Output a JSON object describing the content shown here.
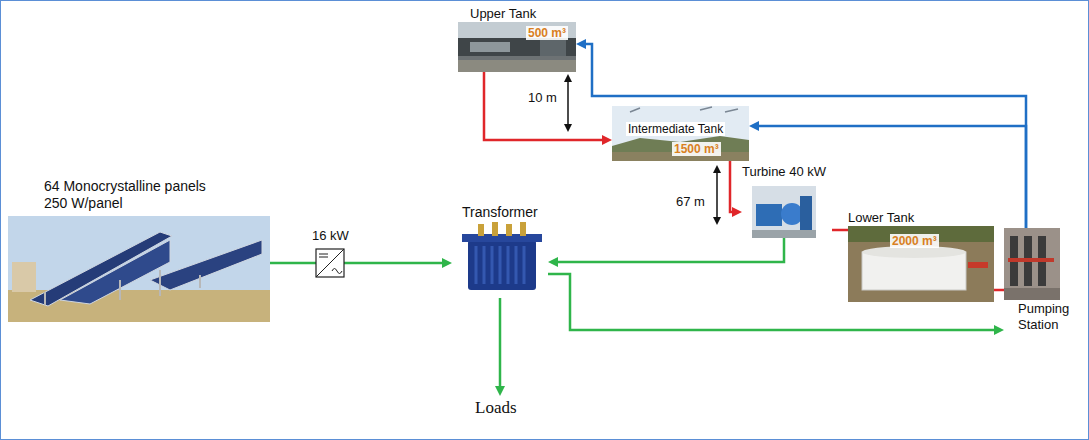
{
  "diagram": {
    "nodes": [
      {
        "text": [
          "Upper Tank",
          "500 m³"
        ]
      },
      {
        "text": [
          "Intermediate Tank",
          "1500 m³"
        ]
      },
      {
        "text": [
          "Turbine 40 kW"
        ]
      },
      {
        "text": [
          "Lower Tank",
          "2000 m³"
        ]
      },
      {
        "text": [
          "64 Monocrystalline panels 250 W/panel"
        ]
      },
      {
        "text": [
          "Transformer"
        ]
      },
      {
        "text": [
          "Pumping Station"
        ]
      },
      {
        "text": [
          "Loads"
        ]
      }
    ],
    "edges": [
      {
        "from": 4,
        "to": 5,
        "arrow": "to",
        "label": "16 kW"
      },
      {
        "from": 5,
        "to": 7,
        "arrow": "to"
      },
      {
        "from": 2,
        "to": 5,
        "arrow": "to"
      },
      {
        "from": 5,
        "to": 6,
        "arrow": "to"
      },
      {
        "from": 0,
        "to": 1,
        "arrow": "to"
      },
      {
        "from": 1,
        "to": 2,
        "arrow": "to"
      },
      {
        "from": 2,
        "to": 3,
        "arrow": "none"
      },
      {
        "from": 3,
        "to": 6,
        "arrow": "none"
      },
      {
        "from": 6,
        "to": 1,
        "arrow": "to"
      },
      {
        "from": 6,
        "to": 0,
        "arrow": "to"
      }
    ],
    "labels": [
      "10 m",
      "67 m"
    ]
  }
}
